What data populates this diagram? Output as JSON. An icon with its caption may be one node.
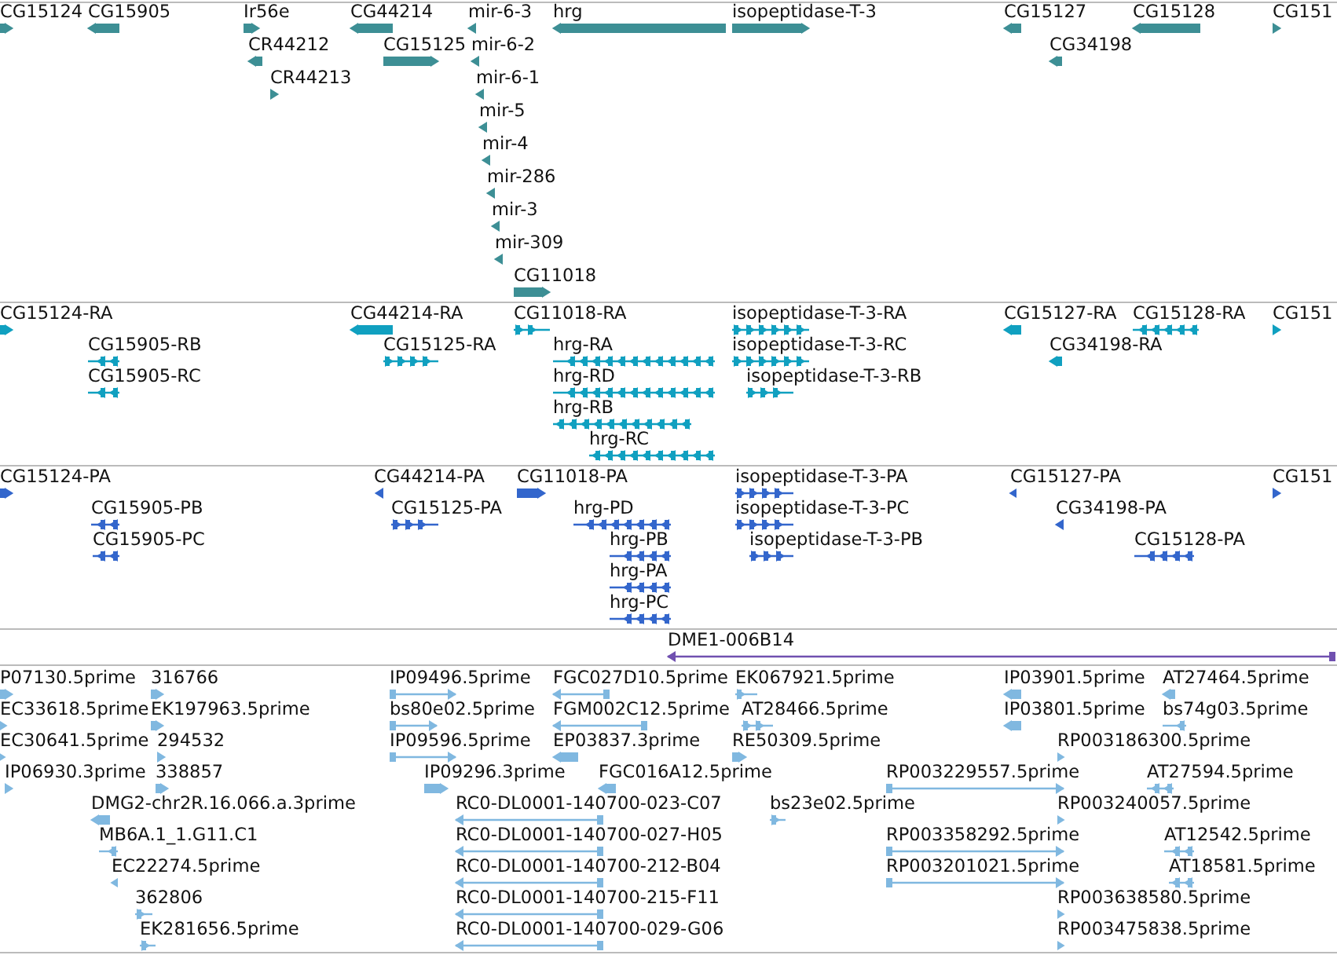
{
  "diagram": {
    "labels": [
      "CG15124",
      "CG15905",
      "Ir56e",
      "CG44214",
      "mir-6-3",
      "hrg",
      "isopeptidase-T-3",
      "CG15127",
      "CG15128",
      "CG151",
      "CR44212",
      "CG15125",
      "mir-6-2",
      "CG34198",
      "CR44213",
      "mir-6-1",
      "mir-5",
      "mir-4",
      "mir-286",
      "mir-3",
      "mir-309",
      "CG11018",
      "CG15124-RA",
      "CG44214-RA",
      "CG11018-RA",
      "isopeptidase-T-3-RA",
      "CG15127-RA",
      "CG15128-RA",
      "CG151",
      "CG15905-RB",
      "CG15125-RA",
      "hrg-RA",
      "isopeptidase-T-3-RC",
      "CG34198-RA",
      "CG15905-RC",
      "hrg-RD",
      "isopeptidase-T-3-RB",
      "hrg-RB",
      "hrg-RC",
      "CG15124-PA",
      "CG44214-PA",
      "CG11018-PA",
      "isopeptidase-T-3-PA",
      "CG15127-PA",
      "CG151",
      "CG15905-PB",
      "CG15125-PA",
      "hrg-PD",
      "isopeptidase-T-3-PC",
      "CG34198-PA",
      "CG15905-PC",
      "hrg-PB",
      "isopeptidase-T-3-PB",
      "CG15128-PA",
      "hrg-PA",
      "hrg-PC",
      "DME1-006B14",
      "P07130.5prime",
      "316766",
      "IP09496.5prime",
      "FGC027D10.5prime",
      "EK067921.5prime",
      "IP03901.5prime",
      "AT27464.5prime",
      "EC33618.5prime",
      "EK197963.5prime",
      "bs80e02.5prime",
      "FGM002C12.5prime",
      "AT28466.5prime",
      "IP03801.5prime",
      "bs74g03.5prime",
      "EC30641.5prime",
      "294532",
      "IP09596.5prime",
      "EP03837.3prime",
      "RE50309.5prime",
      "RP003186300.5prime",
      "IP06930.3prime",
      "338857",
      "IP09296.3prime",
      "FGC016A12.5prime",
      "RP003229557.5prime",
      "AT27594.5prime",
      "DMG2-chr2R.16.066.a.3prime",
      "RC0-DL0001-140700-023-C07",
      "bs23e02.5prime",
      "RP003240057.5prime",
      "MB6A.1_1.G11.C1",
      "RC0-DL0001-140700-027-H05",
      "RP003358292.5prime",
      "AT12542.5prime",
      "EC22274.5prime",
      "RC0-DL0001-140700-212-B04",
      "RP003201021.5prime",
      "AT18581.5prime",
      "362806",
      "RC0-DL0001-140700-215-F11",
      "RP003638580.5prime",
      "EK281656.5prime",
      "RC0-DL0001-140700-029-G06",
      "RP003475838.5prime"
    ]
  }
}
